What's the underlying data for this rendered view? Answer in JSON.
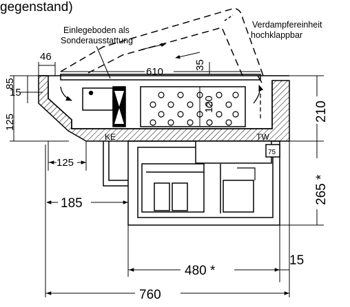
{
  "top_text": "gegenstand)",
  "annotations": {
    "shelf_line1": "Einlegeboden als",
    "shelf_line2": "Sonderausstattung",
    "evap_line1": "Verdampfereinheit",
    "evap_line2": "hochklappbar"
  },
  "dimensions": {
    "d46": "46",
    "d610": "610",
    "d35": "35",
    "d85": "85",
    "d15_left": "15",
    "d120": "120",
    "d125_vertical": "125",
    "d210": "210",
    "d125_horizontal": "125",
    "d75": "75",
    "d265": "265 *",
    "d185": "185",
    "d480": "480 *",
    "d15_right": "15",
    "d760": "760"
  },
  "labels": {
    "ke": "KE",
    "tw": "TW"
  },
  "colors": {
    "line": "#000000",
    "background": "#ffffff"
  }
}
